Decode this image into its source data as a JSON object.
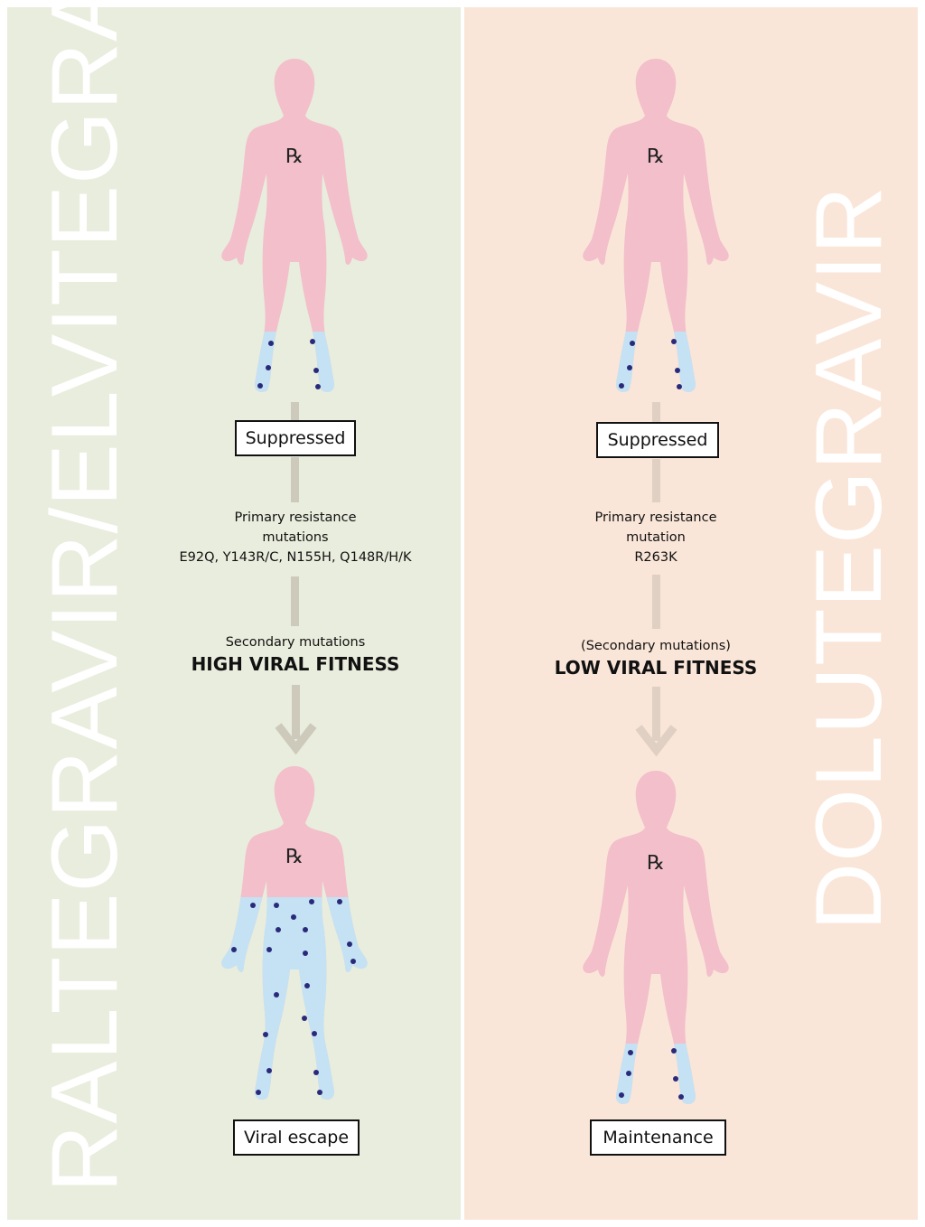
{
  "left_panel": {
    "title": "RALTEGRAVIR/ELVITEGRAVIR",
    "top_status": "Suppressed",
    "primary_heading_line1": "Primary resistance",
    "primary_heading_line2": "mutations",
    "primary_mutations": "E92Q, Y143R/C, N155H, Q148R/H/K",
    "secondary_label": "Secondary mutations",
    "fitness_label": "HIGH VIRAL FITNESS",
    "bottom_status": "Viral escape",
    "rx_symbol": "℞"
  },
  "right_panel": {
    "title": "DOLUTEGRAVIR",
    "top_status": "Suppressed",
    "primary_heading_line1": "Primary resistance",
    "primary_heading_line2": "mutation",
    "primary_mutations": "R263K",
    "secondary_label": "(Secondary mutations)",
    "fitness_label": "LOW VIRAL FITNESS",
    "bottom_status": "Maintenance",
    "rx_symbol": "℞"
  },
  "colors": {
    "left_background": "#e9eddd",
    "right_background": "#fae6d8",
    "body_pink": "#f2bfcb",
    "infected_blue": "#c4e2f4",
    "virus_dot": "#2a2a7a",
    "arrow_grey": "#cdcabc"
  }
}
